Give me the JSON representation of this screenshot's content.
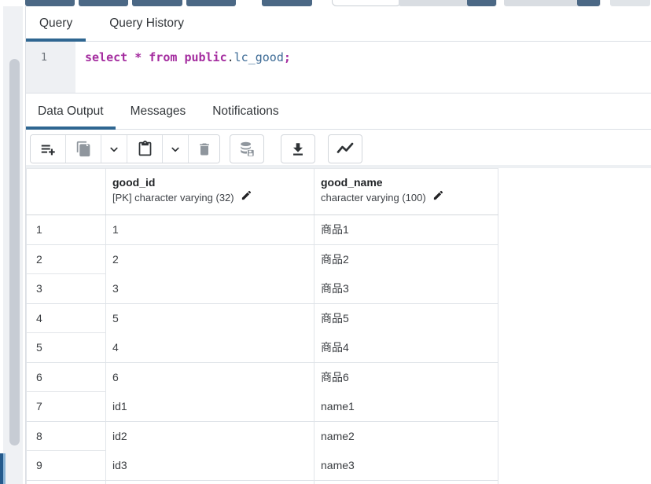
{
  "colors": {
    "accent_blue": "#2f6691",
    "keyword_color": "#a42c9f",
    "identifier_color": "#3c6a95",
    "disabled_icon": "#8f969d",
    "enabled_icon": "#2e3235"
  },
  "query_panel": {
    "tabs": [
      {
        "label": "Query",
        "active": true
      },
      {
        "label": "Query History",
        "active": false
      }
    ]
  },
  "sql_editor": {
    "line_number": "1",
    "sql_text": "select * from public.lc_good;",
    "tokens": [
      {
        "text": "select",
        "type": "keyword"
      },
      {
        "text": " ",
        "type": "plain"
      },
      {
        "text": "*",
        "type": "keyword"
      },
      {
        "text": " ",
        "type": "plain"
      },
      {
        "text": "from",
        "type": "keyword"
      },
      {
        "text": " ",
        "type": "plain"
      },
      {
        "text": "public",
        "type": "keyword"
      },
      {
        "text": ".",
        "type": "plain"
      },
      {
        "text": "lc_good",
        "type": "identifier"
      },
      {
        "text": ";",
        "type": "keyword"
      }
    ]
  },
  "output_panel": {
    "tabs": [
      {
        "label": "Data Output",
        "active": true
      },
      {
        "label": "Messages",
        "active": false
      },
      {
        "label": "Notifications",
        "active": false
      }
    ]
  },
  "results_toolbar": {
    "buttons": [
      {
        "name": "add-row",
        "icon": "playlist-add-icon",
        "enabled": true
      },
      {
        "name": "copy",
        "icon": "copy-icon",
        "enabled": false
      },
      {
        "name": "copy-options",
        "icon": "chevron-down-icon",
        "enabled": true
      },
      {
        "name": "paste",
        "icon": "clipboard-icon",
        "enabled": true
      },
      {
        "name": "paste-options",
        "icon": "chevron-down-icon",
        "enabled": true
      },
      {
        "name": "delete-row",
        "icon": "trash-icon",
        "enabled": false
      },
      {
        "name": "save-data-changes",
        "icon": "database-save-icon",
        "enabled": false
      },
      {
        "name": "save-results-to-file",
        "icon": "download-icon",
        "enabled": true
      },
      {
        "name": "graph-visualiser",
        "icon": "line-chart-icon",
        "enabled": true
      }
    ]
  },
  "data_grid": {
    "columns": [
      {
        "title": "",
        "subtitle": ""
      },
      {
        "title": "good_id",
        "subtitle": "[PK] character varying (32)"
      },
      {
        "title": "good_name",
        "subtitle": "character varying (100)"
      }
    ],
    "rows": [
      [
        "1",
        "1",
        "商品1"
      ],
      [
        "2",
        "2",
        "商品2"
      ],
      [
        "3",
        "3",
        "商品3"
      ],
      [
        "4",
        "5",
        "商品5"
      ],
      [
        "5",
        "4",
        "商品4"
      ],
      [
        "6",
        "6",
        "商品6"
      ],
      [
        "7",
        "id1",
        "name1"
      ],
      [
        "8",
        "id2",
        "name2"
      ],
      [
        "9",
        "id3",
        "name3"
      ]
    ]
  }
}
